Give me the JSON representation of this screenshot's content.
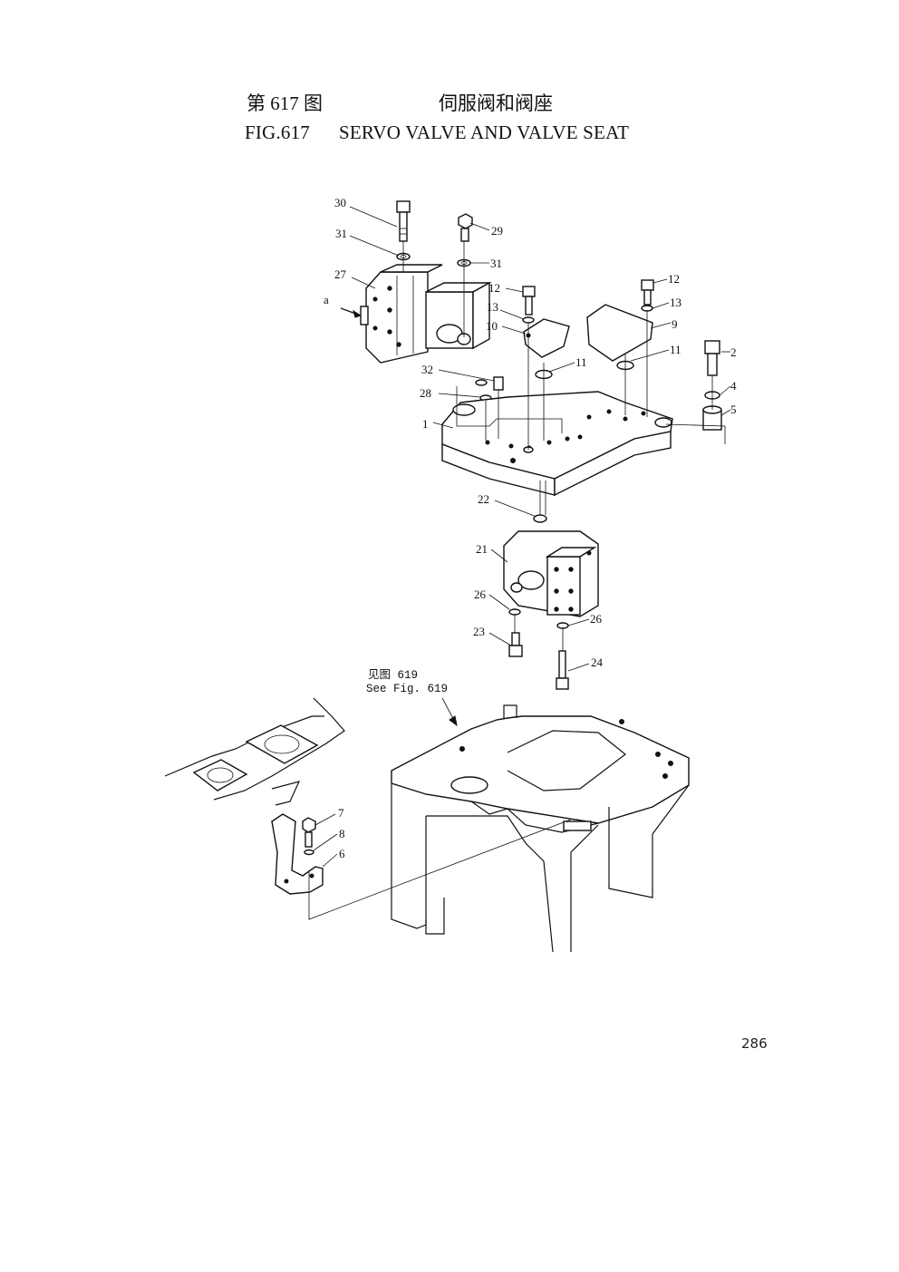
{
  "header": {
    "figure_cn": "第 617 图",
    "name_cn": "伺服阀和阀座",
    "figure_en": "FIG.617",
    "name_en": "SERVO VALVE AND VALVE SEAT"
  },
  "callouts": [
    "30",
    "29",
    "31",
    "31",
    "27",
    "a",
    "12",
    "13",
    "10",
    "12",
    "13",
    "9",
    "2",
    "11",
    "11",
    "32",
    "4",
    "28",
    "5",
    "1",
    "22",
    "21",
    "26",
    "26",
    "23",
    "24",
    "7",
    "8",
    "6"
  ],
  "reference": {
    "line1": "见图 619",
    "line2": "See Fig. 619"
  },
  "page_number": "286"
}
